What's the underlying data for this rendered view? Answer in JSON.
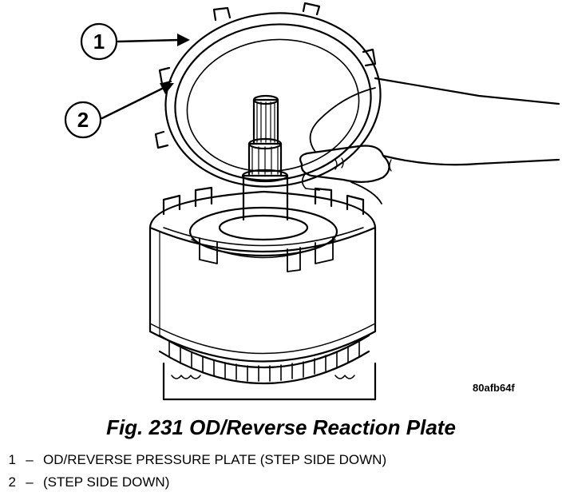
{
  "figure": {
    "callouts": [
      {
        "number": "1"
      },
      {
        "number": "2"
      }
    ],
    "reference_code": "80afb64f"
  },
  "caption": "Fig. 231 OD/Reverse Reaction Plate",
  "legend": [
    {
      "number": "1",
      "separator": "–",
      "text": "OD/REVERSE PRESSURE PLATE (STEP SIDE DOWN)"
    },
    {
      "number": "2",
      "separator": "–",
      "text": "(STEP SIDE DOWN)"
    }
  ]
}
